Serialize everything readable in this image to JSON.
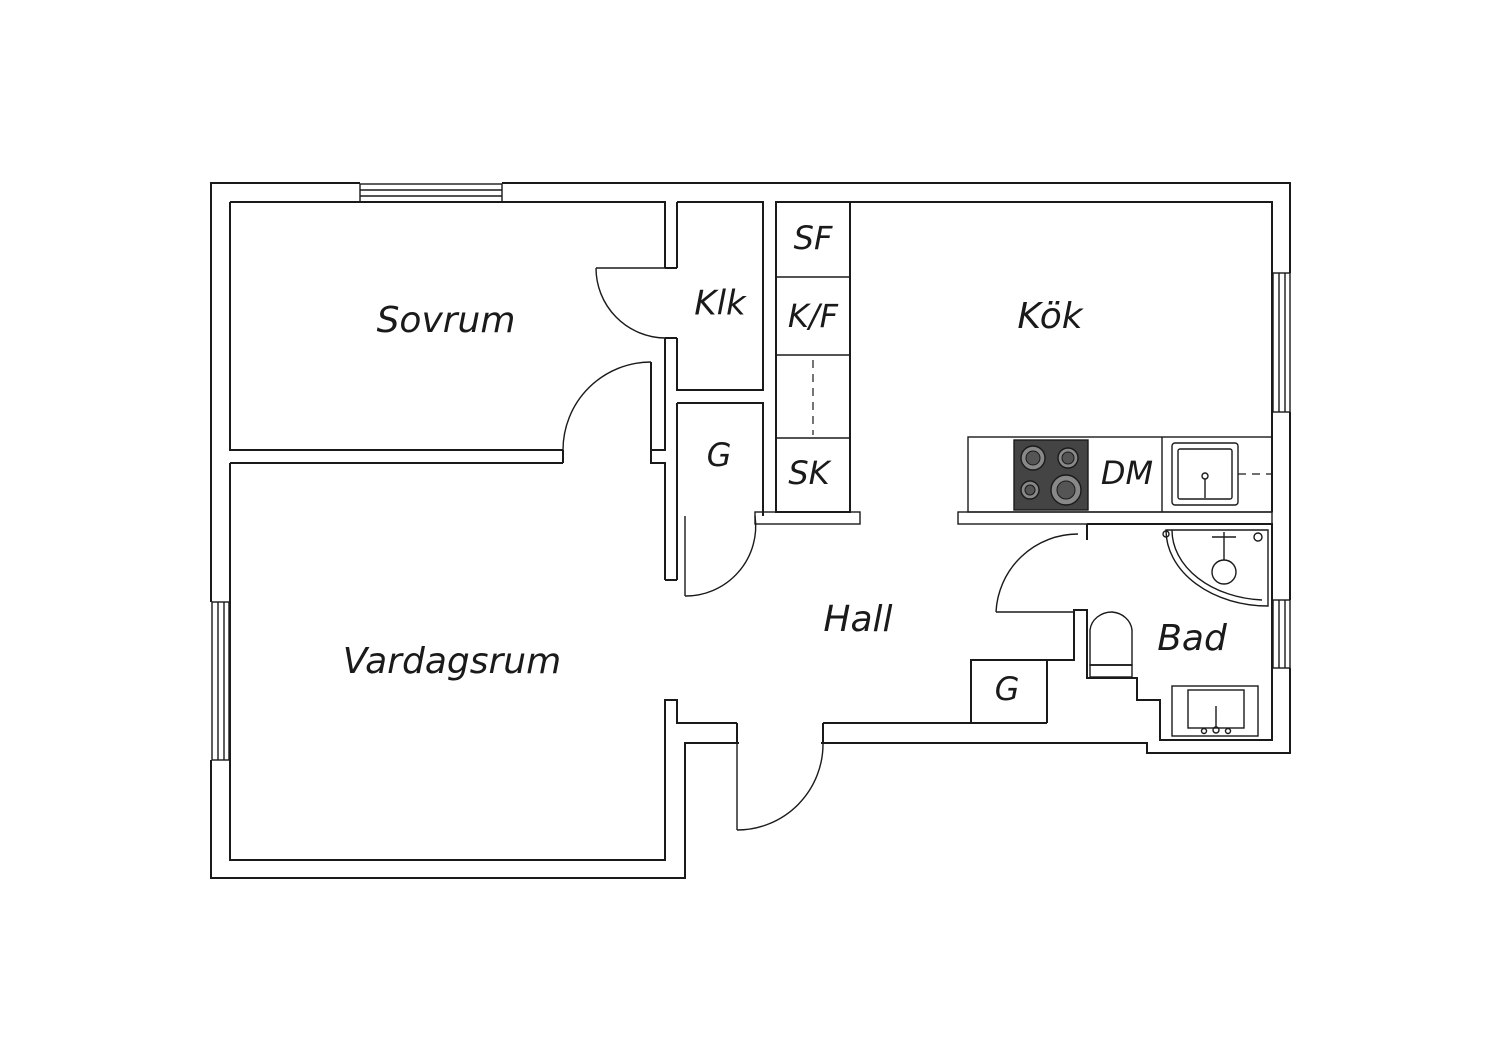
{
  "rooms": {
    "sovrum": "Sovrum",
    "vardagsrum": "Vardagsrum",
    "kok": "Kök",
    "hall": "Hall",
    "bad": "Bad",
    "klk": "Klk"
  },
  "fixtures": {
    "sf": "SF",
    "kf": "K/F",
    "sk": "SK",
    "dm": "DM",
    "g_hall_left": "G",
    "g_hall_right": "G"
  },
  "colors": {
    "line": "#1a1a1a",
    "stove_fill": "#444444",
    "background": "#ffffff"
  }
}
